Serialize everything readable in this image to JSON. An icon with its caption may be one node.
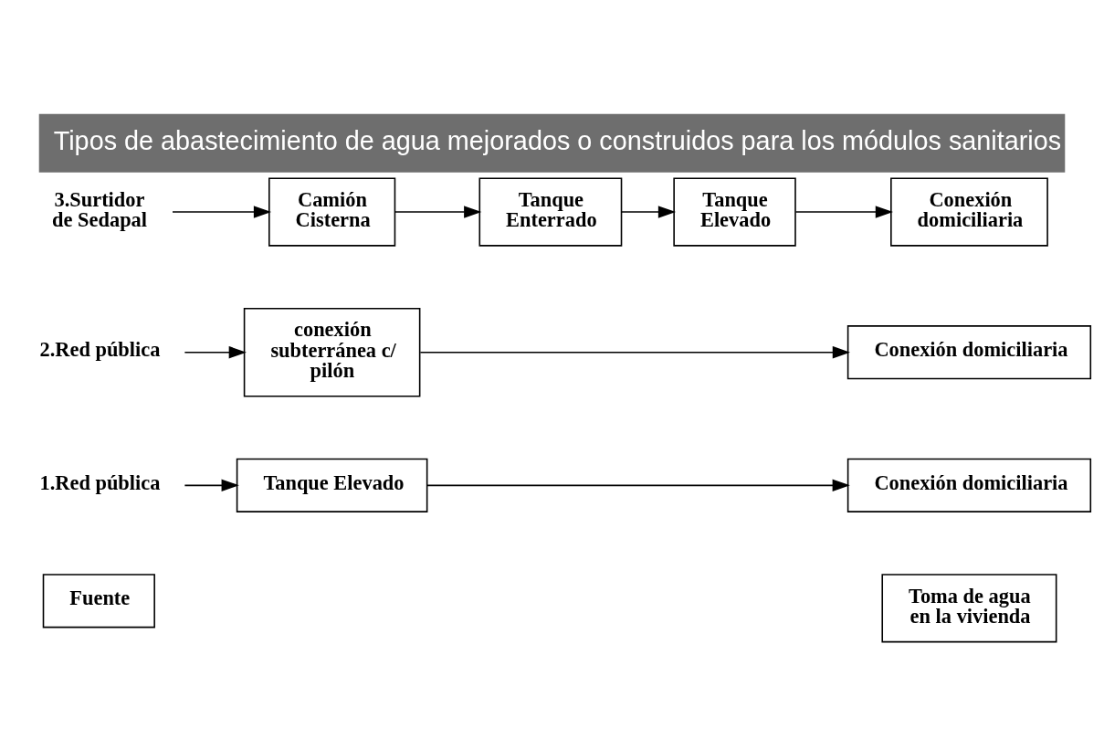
{
  "diagram": {
    "title": "Tipos de abastecimiento de agua mejorados o construidos para los módulos sanitarios",
    "nodes": [
      {
        "text": [
          "Fuente"
        ]
      },
      {
        "text": [
          "Toma de agua en la vivienda"
        ]
      },
      {
        "text": [
          "1.Red pública"
        ]
      },
      {
        "text": [
          "Tanque Elevado"
        ]
      },
      {
        "text": [
          "Conexión domiciliaria"
        ]
      },
      {
        "text": [
          "2.Red pública"
        ]
      },
      {
        "text": [
          "conexión subterránea c/ pilón"
        ]
      },
      {
        "text": [
          "Conexión domiciliaria"
        ]
      },
      {
        "text": [
          "3.Surtidor de Sedapal"
        ]
      },
      {
        "text": [
          "Camión Cisterna"
        ]
      },
      {
        "text": [
          "Tanque Enterrado"
        ]
      },
      {
        "text": [
          "Tanque Elevado"
        ]
      },
      {
        "text": [
          "Conexión domiciliaria"
        ]
      }
    ],
    "edges": [
      {
        "from": 2,
        "to": 3,
        "arrow": "to"
      },
      {
        "from": 3,
        "to": 4,
        "arrow": "to"
      },
      {
        "from": 5,
        "to": 6,
        "arrow": "to"
      },
      {
        "from": 6,
        "to": 7,
        "arrow": "to"
      },
      {
        "from": 8,
        "to": 9,
        "arrow": "to"
      },
      {
        "from": 9,
        "to": 10,
        "arrow": "to"
      },
      {
        "from": 10,
        "to": 11,
        "arrow": "to"
      },
      {
        "from": 11,
        "to": 12,
        "arrow": "to"
      }
    ]
  }
}
